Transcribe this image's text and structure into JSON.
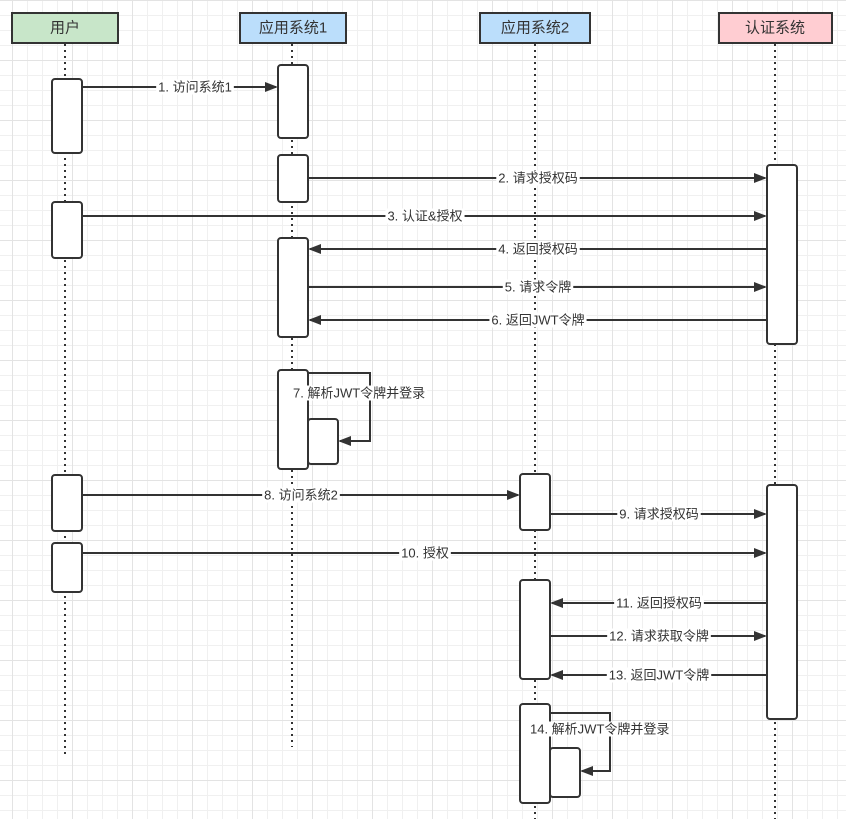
{
  "diagram": {
    "type": "sequence",
    "participants": [
      {
        "id": "user",
        "label": "用户",
        "color": "#c8e6c9"
      },
      {
        "id": "app1",
        "label": "应用系统1",
        "color": "#bbdefb"
      },
      {
        "id": "app2",
        "label": "应用系统2",
        "color": "#bbdefb"
      },
      {
        "id": "auth",
        "label": "认证系统",
        "color": "#ffcdd2"
      }
    ],
    "messages": [
      {
        "step": 1,
        "from": "user",
        "to": "app1",
        "label": "1. 访问系统1"
      },
      {
        "step": 2,
        "from": "app1",
        "to": "auth",
        "label": "2. 请求授权码"
      },
      {
        "step": 3,
        "from": "user",
        "to": "auth",
        "label": "3. 认证&授权"
      },
      {
        "step": 4,
        "from": "auth",
        "to": "app1",
        "label": "4. 返回授权码"
      },
      {
        "step": 5,
        "from": "app1",
        "to": "auth",
        "label": "5. 请求令牌"
      },
      {
        "step": 6,
        "from": "auth",
        "to": "app1",
        "label": "6. 返回JWT令牌"
      },
      {
        "step": 7,
        "from": "app1",
        "to": "app1",
        "label": "7. 解析JWT令牌并登录"
      },
      {
        "step": 8,
        "from": "user",
        "to": "app2",
        "label": "8. 访问系统2"
      },
      {
        "step": 9,
        "from": "app2",
        "to": "auth",
        "label": "9. 请求授权码"
      },
      {
        "step": 10,
        "from": "user",
        "to": "auth",
        "label": "10. 授权"
      },
      {
        "step": 11,
        "from": "auth",
        "to": "app2",
        "label": "11. 返回授权码"
      },
      {
        "step": 12,
        "from": "app2",
        "to": "auth",
        "label": "12. 请求获取令牌"
      },
      {
        "step": 13,
        "from": "auth",
        "to": "app2",
        "label": "13. 返回JWT令牌"
      },
      {
        "step": 14,
        "from": "app2",
        "to": "app2",
        "label": "14. 解析JWT令牌并登录"
      }
    ]
  }
}
